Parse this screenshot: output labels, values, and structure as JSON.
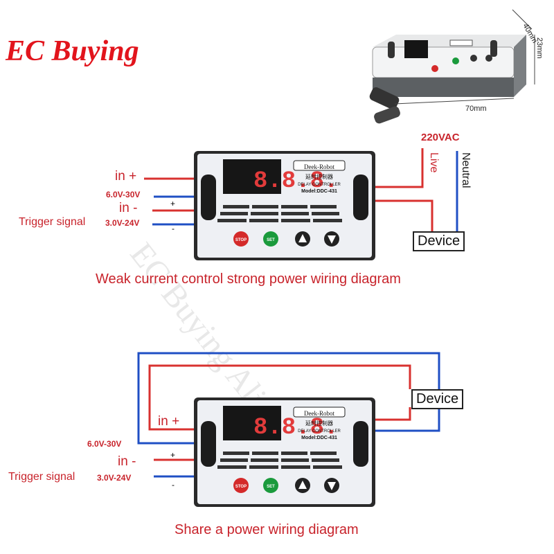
{
  "brand": "EC Buying",
  "watermark": "EC Buying Ali Store",
  "module": {
    "brand_label": "Deek-Robot",
    "title_cn": "延时控制器",
    "product_name": "DELAY CONTROLLER",
    "model": "Model:DDC-431",
    "display": "8.8.8.",
    "buttons": {
      "stop": "STOP",
      "set": "SET"
    },
    "polarity_plus": "+",
    "polarity_minus": "-"
  },
  "dimensions": {
    "width": "40mm",
    "height": "23mm",
    "length": "70mm"
  },
  "diagram1": {
    "caption": "Weak current control strong power wiring diagram",
    "in_plus": "in +",
    "in_plus_range": "6.0V-30V",
    "in_minus": "in -",
    "trigger": "Trigger signal",
    "trigger_range": "3.0V-24V",
    "supply": "220VAC",
    "live": "Live",
    "neutral": "Neutral",
    "device": "Device"
  },
  "diagram2": {
    "caption": "Share a power wiring diagram",
    "in_plus": "in +",
    "in_plus_range": "6.0V-30V",
    "in_minus": "in -",
    "trigger": "Trigger signal",
    "trigger_range": "3.0V-24V",
    "device": "Device"
  },
  "colors": {
    "red": "#d8312f",
    "blue": "#1f4fc4",
    "brand": "#e2141c"
  }
}
